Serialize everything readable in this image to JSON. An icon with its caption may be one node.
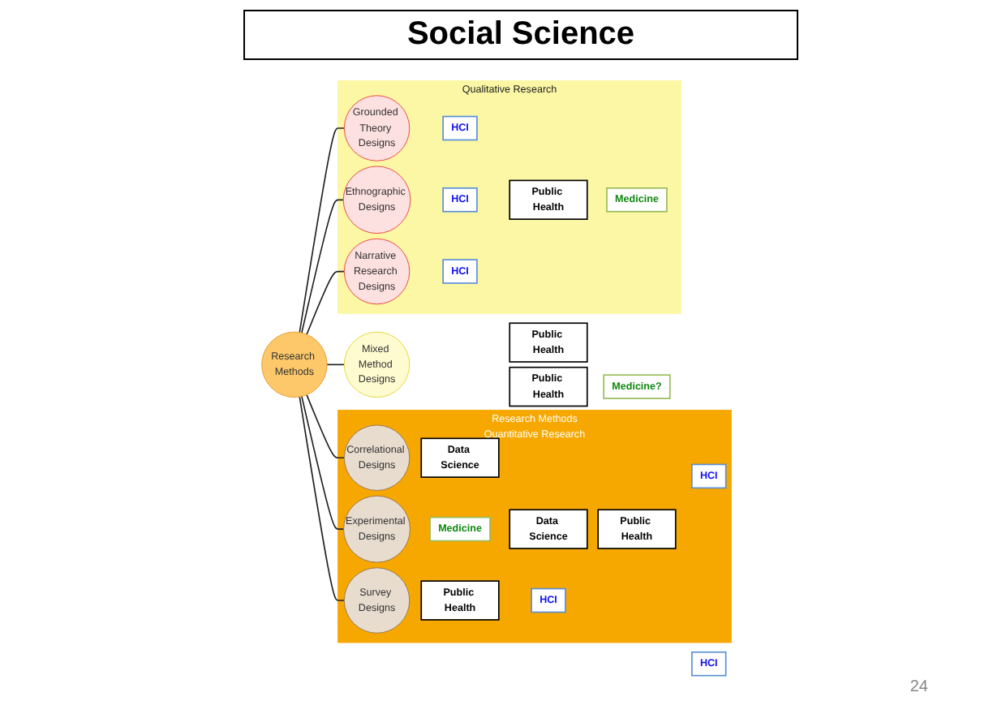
{
  "diagram": {
    "title": "Social Science",
    "nodes": [
      {
        "text": [
          "Research Methods",
          "Quantitative Research"
        ]
      },
      {
        "text": [
          "Qualitative Research"
        ]
      },
      {
        "text": [
          "Medicine"
        ],
        "in": 0
      },
      {
        "text": [
          "Data Science"
        ],
        "in": 0
      },
      {
        "text": [
          "Public Health"
        ],
        "in": 0
      },
      {
        "text": [
          "Experimental Designs"
        ],
        "in": 0
      },
      {
        "text": [
          "HCI"
        ]
      },
      {
        "text": [
          "Grounded Theory Designs"
        ],
        "in": 1
      },
      {
        "text": [
          "HCI"
        ],
        "in": 1
      },
      {
        "text": [
          "HCI"
        ],
        "in": 1
      },
      {
        "text": [
          "Data Science"
        ],
        "in": 0
      },
      {
        "text": [
          "Public Health"
        ]
      },
      {
        "text": [
          "Correlational Designs"
        ],
        "in": 0
      },
      {
        "text": [
          "Research Methods"
        ]
      },
      {
        "text": [
          "Narrative Research Designs"
        ],
        "in": 1
      },
      {
        "text": [
          "Public Health"
        ]
      },
      {
        "text": [
          "Medicine?"
        ]
      },
      {
        "text": [
          "Medicine"
        ],
        "in": 1
      },
      {
        "text": [
          "HCI"
        ],
        "in": 0
      },
      {
        "text": [
          "Ethnographic Designs"
        ],
        "in": 1
      },
      {
        "text": [
          "HCI"
        ],
        "in": 1
      },
      {
        "text": [
          "Survey Designs"
        ],
        "in": 0
      },
      {
        "text": [
          "Public Health"
        ],
        "in": 0
      },
      {
        "text": [
          "Public Health"
        ],
        "in": 1
      },
      {
        "text": [
          "Mixed Method Designs"
        ]
      },
      {
        "text": [
          "HCI"
        ],
        "in": 0
      }
    ],
    "edges": [
      {
        "from": 13,
        "to": 5,
        "arrow": "none"
      },
      {
        "from": 13,
        "to": 7,
        "arrow": "none"
      },
      {
        "from": 13,
        "to": 12,
        "arrow": "none"
      },
      {
        "from": 13,
        "to": 14,
        "arrow": "none"
      },
      {
        "from": 13,
        "to": 19,
        "arrow": "none"
      },
      {
        "from": 13,
        "to": 21,
        "arrow": "none"
      },
      {
        "from": 13,
        "to": 24,
        "arrow": "none"
      }
    ],
    "labels": [
      "24"
    ]
  }
}
